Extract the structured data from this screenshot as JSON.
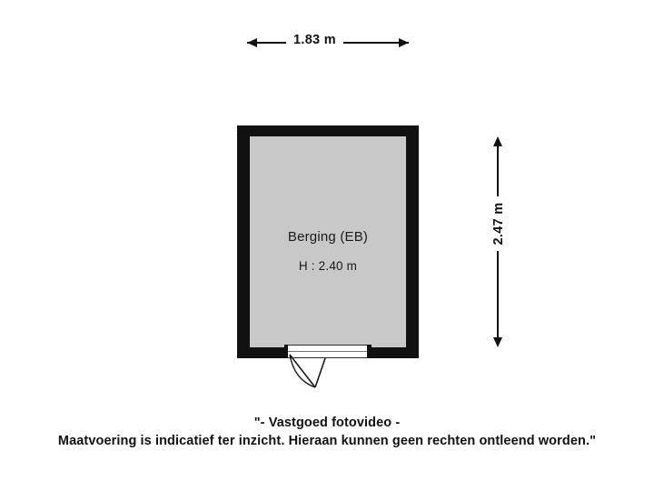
{
  "plan": {
    "room": {
      "name": "Berging (EB)",
      "height_label": "H : 2.40 m",
      "fill_color": "#c8c8c8",
      "wall_color": "#111111"
    },
    "dimensions": {
      "width_label": "1.83 m",
      "height_label": "2.47 m"
    },
    "footer": {
      "line1": "\"- Vastgoed fotovideo -",
      "line2": "Maatvoering is indicatief ter inzicht. Hieraan kunnen geen rechten ontleend worden.\""
    }
  }
}
